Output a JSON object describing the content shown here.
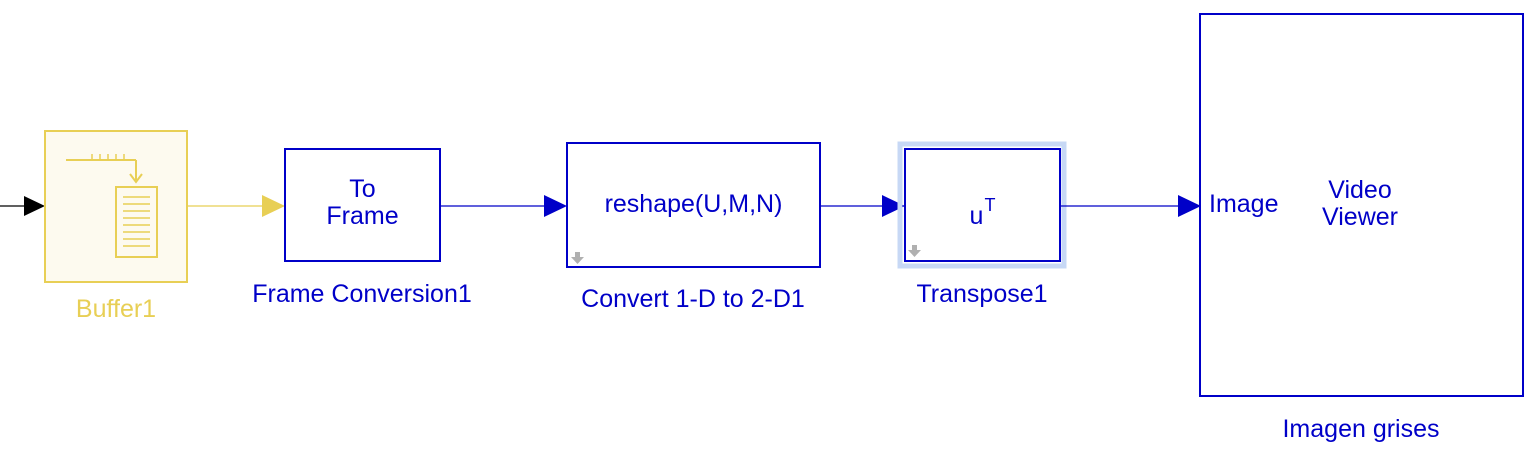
{
  "colors": {
    "blue": "#0000c8",
    "inactive_yellow": "#e8cf55",
    "inactive_fill": "#fdfaef",
    "signal_line_black": "#000000",
    "selection_halo": "#c7d8f5"
  },
  "blocks": {
    "buffer": {
      "label": "Buffer1",
      "icon": "buffer-icon",
      "commented_out": true
    },
    "frame_conversion": {
      "line1": "To",
      "line2": "Frame",
      "label": "Frame Conversion1"
    },
    "reshape": {
      "text": "reshape(U,M,N)",
      "label": "Convert 1-D to 2-D1",
      "badge_icon": "down-arrow-badge-icon"
    },
    "transpose": {
      "base": "u",
      "superscript": "T",
      "label": "Transpose1",
      "badge_icon": "down-arrow-badge-icon",
      "selected": true
    },
    "video_viewer": {
      "port_label": "Image",
      "line1": "Video",
      "line2": "Viewer",
      "label": "Imagen grises"
    }
  }
}
